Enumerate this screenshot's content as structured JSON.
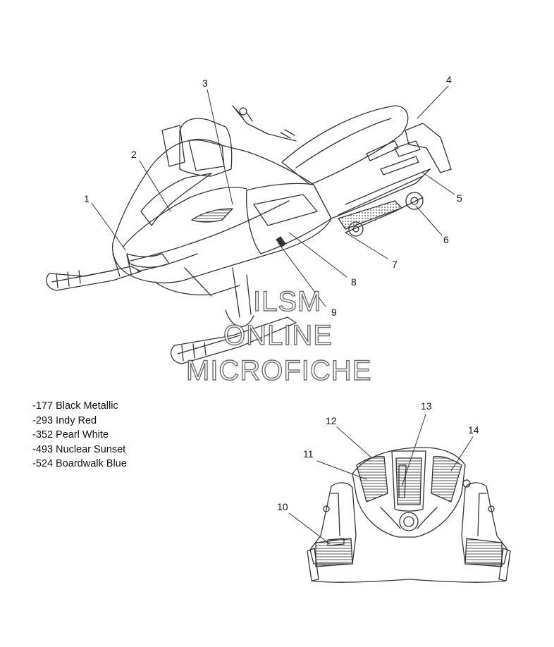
{
  "callouts": {
    "c1": "1",
    "c2": "2",
    "c3": "3",
    "c4": "4",
    "c5": "5",
    "c6": "6",
    "c7": "7",
    "c8": "8",
    "c9": "9",
    "c10": "10",
    "c11": "11",
    "c12": "12",
    "c13": "13",
    "c14": "14"
  },
  "legend": [
    "-177 Black Metallic",
    "-293 Indy Red",
    "-352 Pearl White",
    "-493 Nuclear Sunset",
    "-524 Boardwalk Blue"
  ],
  "watermark": {
    "line1": "ILSM",
    "line2": "ONLINE",
    "line3": "MICROFICHE"
  },
  "colors": {
    "line": "#333333",
    "hatch": "#555555",
    "watermark_outline": "#555555"
  }
}
